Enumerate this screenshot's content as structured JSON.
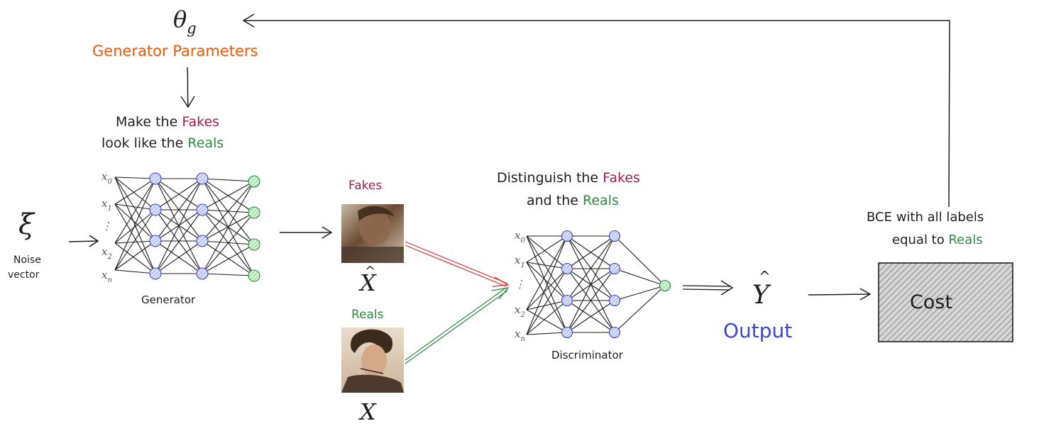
{
  "colors": {
    "ink": "#1e1e1e",
    "fakes": "#a61e4d",
    "reals": "#2b8a3e",
    "params": "#e8590c",
    "output": "#3b49c9",
    "red_arrow": "#e03131",
    "green_arrow": "#2b8a3e",
    "hidden_node": "#a5b4fc",
    "output_node": "#8ce99a",
    "cost_fill": "#bdbdbd"
  },
  "theta": "θ",
  "theta_sub": "g",
  "generator_params": "Generator Parameters",
  "gen_instruction": {
    "line1_a": "Make the ",
    "line1_b": "Fakes",
    "line2_a": "look like the ",
    "line2_b": "Reals"
  },
  "xi": "ξ",
  "noise_line1": "Noise",
  "noise_line2": "vector",
  "generator_label": "Generator",
  "gen_inputs": [
    {
      "base": "x",
      "sub": "0"
    },
    {
      "base": "x",
      "sub": "1"
    },
    {
      "base": "⋮",
      "sub": ""
    },
    {
      "base": "x",
      "sub": "2"
    },
    {
      "base": "x",
      "sub": "n"
    }
  ],
  "fakes_label": "Fakes",
  "reals_label": "Reals",
  "xhat_hat": "^",
  "xhat_base": "X",
  "x_label": "X",
  "disc_instruction": {
    "line1_a": "Distinguish the ",
    "line1_b": "Fakes",
    "line2_a": "and the ",
    "line2_b": "Reals"
  },
  "disc_inputs": [
    {
      "base": "x",
      "sub": "0"
    },
    {
      "base": "x",
      "sub": "1"
    },
    {
      "base": "⋮",
      "sub": ""
    },
    {
      "base": "x",
      "sub": "2"
    },
    {
      "base": "x",
      "sub": "n"
    }
  ],
  "discriminator_label": "Discriminator",
  "yhat_hat": "^",
  "yhat_base": "Y",
  "output_label": "Output",
  "bce": {
    "line1": "BCE with all labels",
    "line2_a": "equal to ",
    "line2_b": "Reals"
  },
  "cost_label": "Cost"
}
